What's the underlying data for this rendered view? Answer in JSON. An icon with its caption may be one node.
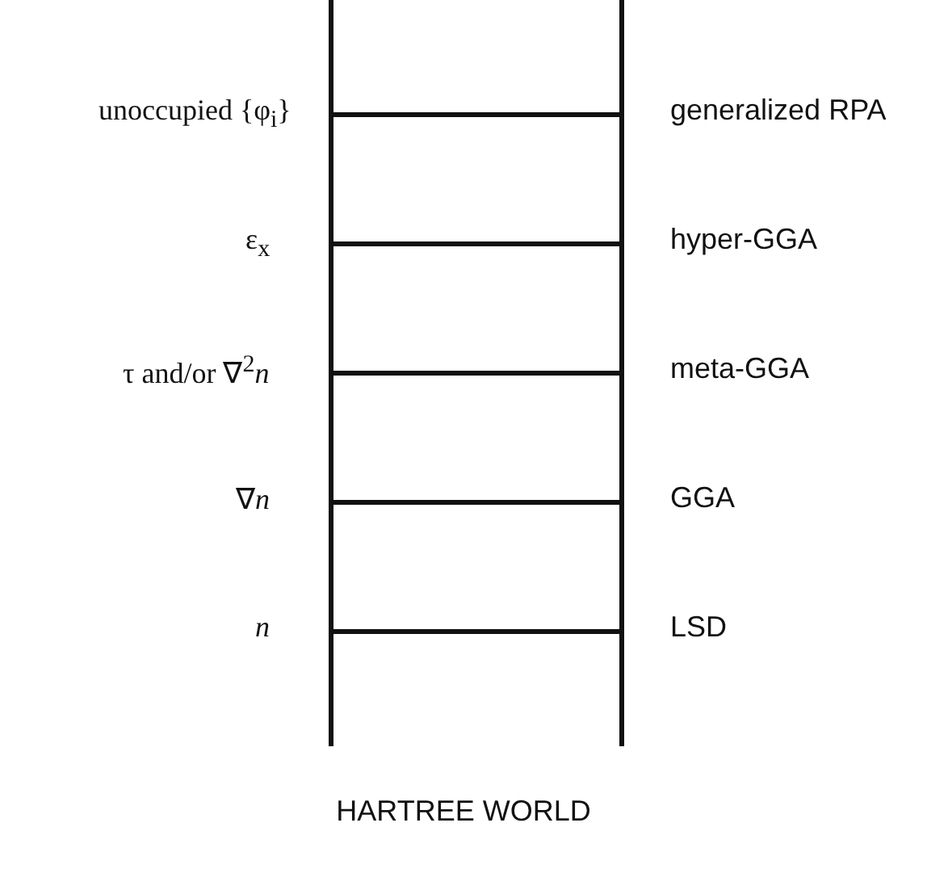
{
  "diagram": {
    "labels": [
      "unoccupied {φ$_{i}$}",
      "generalized RPA",
      "ε$_{x}$",
      "hyper-GGA",
      "τ  and/or  ∇$^{2}$*n*",
      "meta-GGA",
      "∇*n*",
      "GGA",
      "n",
      "LSD",
      "HARTREE WORLD"
    ]
  }
}
